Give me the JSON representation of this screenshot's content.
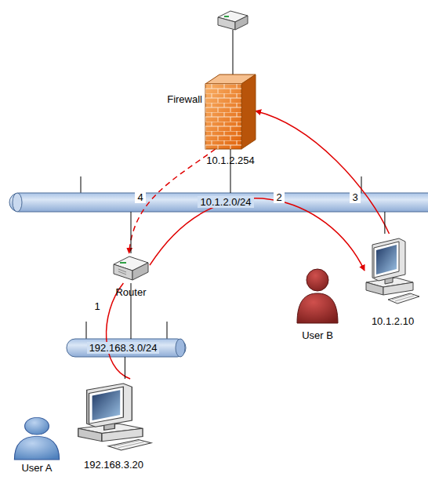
{
  "diagram": {
    "nodes": [
      {
        "text": [
          "Firewall",
          "10.1.2.254"
        ]
      },
      {
        "text": [
          "10.1.2.0/24"
        ]
      },
      {
        "text": [
          "Router"
        ]
      },
      {
        "text": [
          "192.168.3.0/24"
        ]
      },
      {
        "text": [
          "User B"
        ]
      },
      {
        "text": [
          "10.1.2.10"
        ]
      },
      {
        "text": [
          "192.168.3.20"
        ]
      },
      {
        "text": [
          "User A"
        ]
      }
    ],
    "edges": [
      {
        "from": 6,
        "to": 2,
        "arrow": "none",
        "label": "1"
      },
      {
        "from": 2,
        "to": 5,
        "arrow": "to",
        "label": "2"
      },
      {
        "from": 5,
        "to": 0,
        "arrow": "to",
        "label": "3"
      },
      {
        "from": 0,
        "to": 2,
        "arrow": "to",
        "label": "4"
      },
      {
        "from": 0,
        "to": 1,
        "arrow": "none"
      },
      {
        "from": 2,
        "to": 1,
        "arrow": "none"
      },
      {
        "from": 2,
        "to": 3,
        "arrow": "none"
      },
      {
        "from": 5,
        "to": 1,
        "arrow": "none"
      },
      {
        "from": 6,
        "to": 3,
        "arrow": "none"
      }
    ]
  }
}
